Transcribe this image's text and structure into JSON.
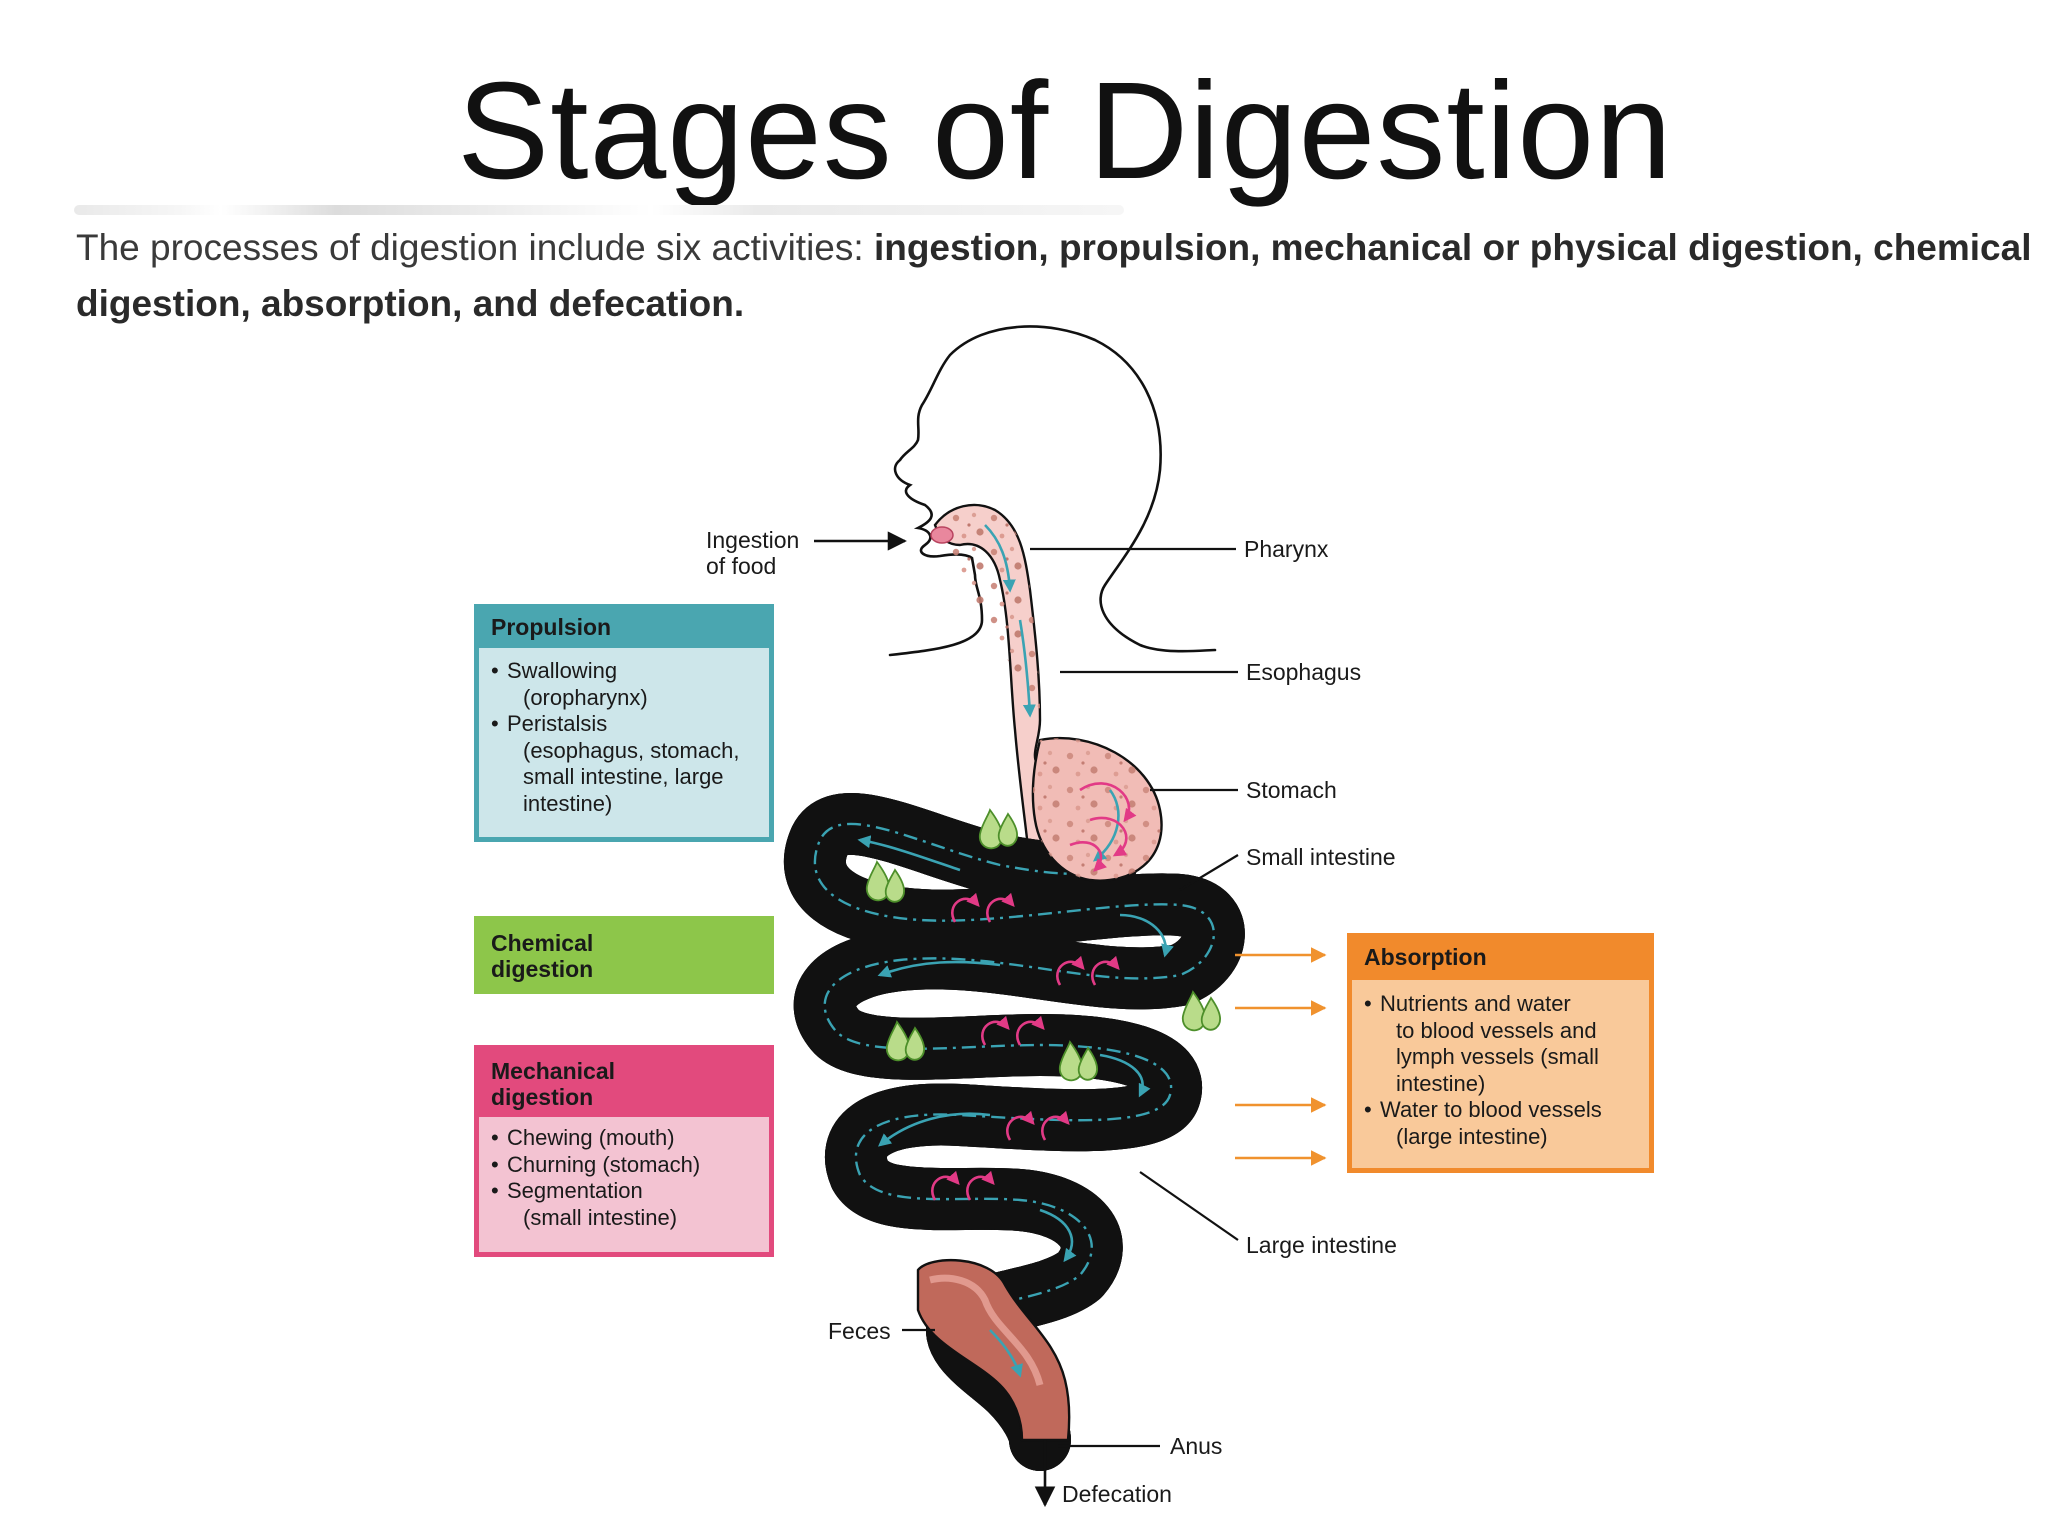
{
  "title": "Stages of Digestion",
  "intro": {
    "lead": "The processes of digestion include six activities: ",
    "bold": "ingestion, propulsion, mechanical or physical digestion, chemical digestion, absorption, and defecation."
  },
  "labels": {
    "ingestion_line1": "Ingestion",
    "ingestion_line2": "of food",
    "pharynx": "Pharynx",
    "esophagus": "Esophagus",
    "stomach": "Stomach",
    "small_intestine": "Small intestine",
    "large_intestine": "Large intestine",
    "feces": "Feces",
    "anus": "Anus",
    "defecation": "Defecation"
  },
  "boxes": {
    "propulsion": {
      "title": "Propulsion",
      "items": [
        {
          "main": "Swallowing",
          "sub": "(oropharynx)"
        },
        {
          "main": "Peristalsis",
          "sub": "(esophagus, stomach, small intestine, large intestine)"
        }
      ],
      "color": "#4aa6b0",
      "fill": "#cde6ea"
    },
    "chemical": {
      "title_line1": "Chemical",
      "title_line2": "digestion",
      "color": "#8dc64a"
    },
    "mechanical": {
      "title_line1": "Mechanical",
      "title_line2": "digestion",
      "items": [
        {
          "main": "Chewing (mouth)",
          "sub": ""
        },
        {
          "main": "Churning (stomach)",
          "sub": ""
        },
        {
          "main": "Segmentation",
          "sub": "(small intestine)"
        }
      ],
      "color": "#e24a7d",
      "fill": "#f3c3d2"
    },
    "absorption": {
      "title": "Absorption",
      "items": [
        {
          "main": "Nutrients and water",
          "sub": "to blood vessels and lymph vessels (small intestine)"
        },
        {
          "main": "Water to blood vessels",
          "sub": "(large intestine)"
        }
      ],
      "color": "#f18a2c",
      "fill": "#f9c99a"
    }
  }
}
